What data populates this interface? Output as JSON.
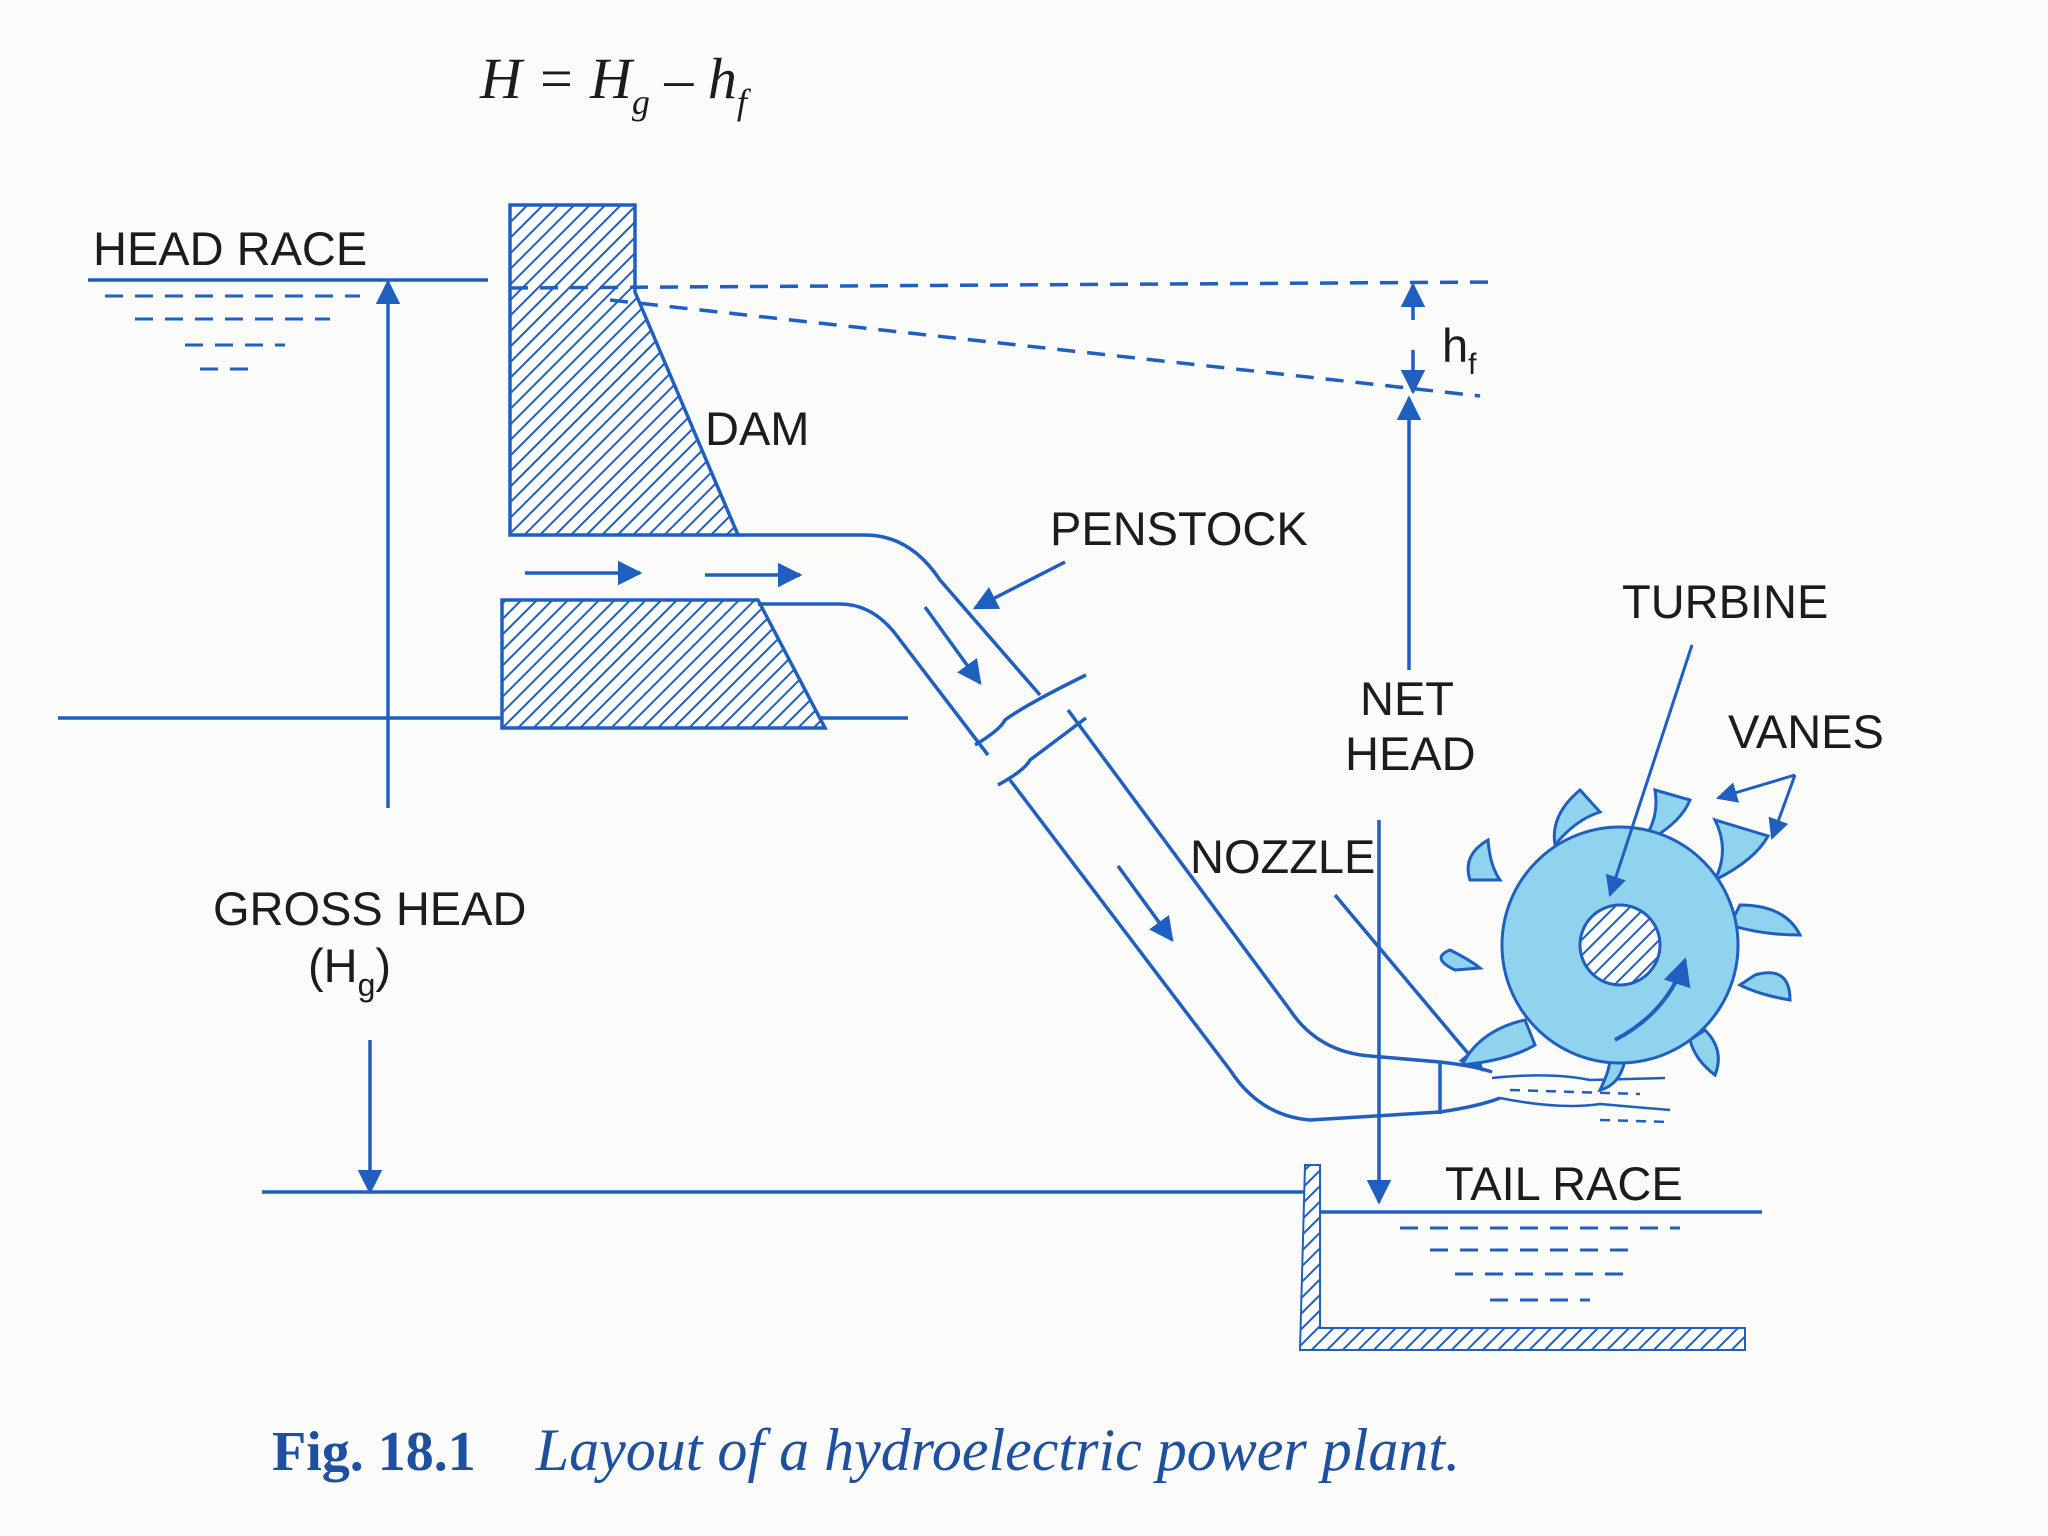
{
  "equation": {
    "lhs": "H",
    "eq": " = ",
    "hg_main": "H",
    "hg_sub": "g",
    "minus": " – ",
    "hf_main": "h",
    "hf_sub": "f"
  },
  "labels": {
    "head_race": "HEAD RACE",
    "dam": "DAM",
    "penstock": "PENSTOCK",
    "turbine": "TURBINE",
    "vanes": "VANES",
    "net_head_1": "NET",
    "net_head_2": "HEAD",
    "nozzle": "NOZZLE",
    "gross_head": "GROSS HEAD",
    "gross_head_sym_open": "(H",
    "gross_head_sym_sub": "g",
    "gross_head_sym_close": ")",
    "hf_main": "h",
    "hf_sub": "f",
    "tail_race": "TAIL RACE"
  },
  "caption": {
    "number": "Fig. 18.1",
    "text": "Layout of a hydroelectric power plant."
  },
  "colors": {
    "line": "#1f5fbf",
    "turbine_fill": "#8fd3ef",
    "text": "#1c1c1c",
    "caption": "#1f4f9f"
  }
}
